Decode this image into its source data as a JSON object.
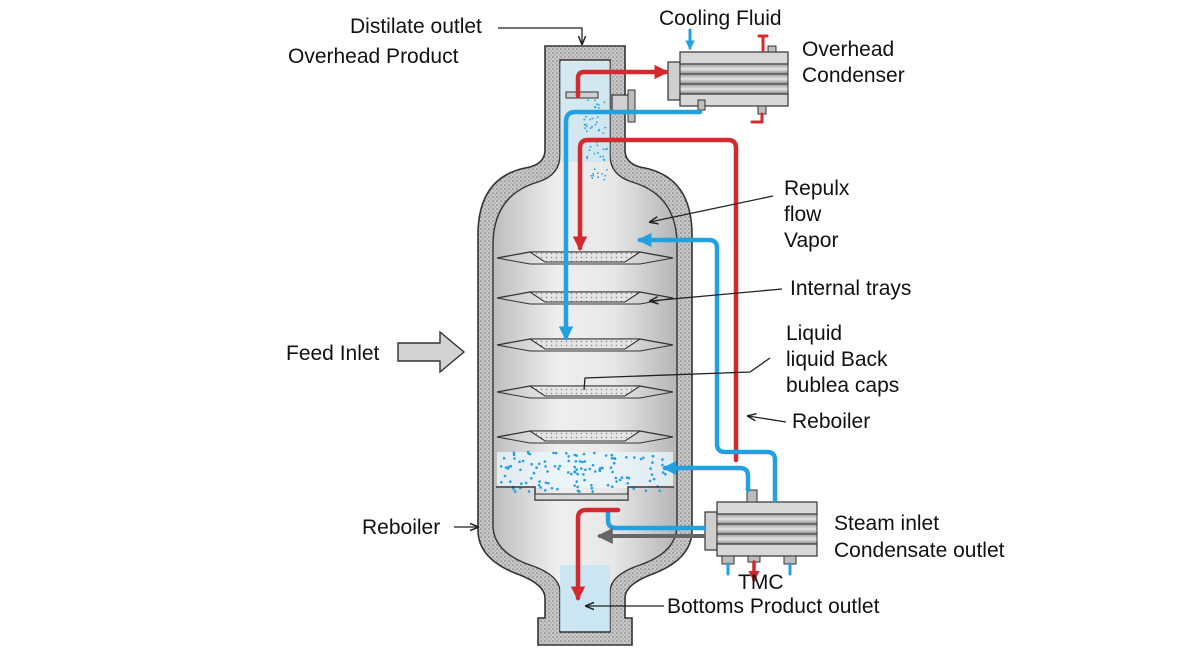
{
  "colors": {
    "hot_stream": "#d42a2f",
    "cold_stream": "#22a0e0",
    "shell_hatch": "#9a9a9a",
    "vessel_fill": "#dcdcdc",
    "liquid": "#bfe4f6",
    "line": "#222222",
    "feed_arrow": "#d2d2d2"
  },
  "labels": {
    "distillate_outlet": "Distilate outlet",
    "overhead_product": "Overhead Product",
    "cooling_fluid": "Cooling Fluid",
    "overhead_condenser": [
      "Overhead",
      "Condenser"
    ],
    "repulx_flow_vapor": [
      "Repulx",
      "flow",
      "Vapor"
    ],
    "internal_trays": "Internal trays",
    "liquid_back_caps": [
      "Liquid",
      "liquid Back",
      "bublea caps"
    ],
    "feed_inlet": "Feed Inlet",
    "reboiler_right": "Reboiler",
    "reboiler_left": "Reboiler",
    "steam_inlet": "Steam inlet",
    "condensate_outlet": "Condensate outlet",
    "tmc": "TMC",
    "bottoms_product_outlet": "Bottoms Product outlet"
  },
  "icons": {
    "feed_arrow": "block-arrow-right-icon",
    "overhead_condenser": "shell-and-tube-exchanger-icon",
    "reboiler_exchanger": "shell-and-tube-exchanger-icon"
  }
}
